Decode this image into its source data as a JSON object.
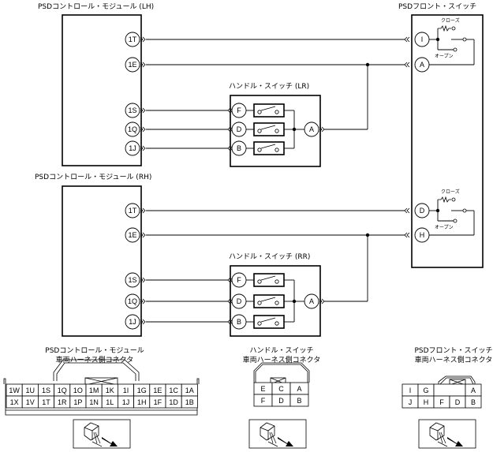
{
  "diagram": {
    "modules": {
      "control_lh": {
        "title": "PSDコントロール・モジュール (LH)",
        "pins": [
          "1T",
          "1E",
          "1S",
          "1Q",
          "1J"
        ]
      },
      "control_rh": {
        "title": "PSDコントロール・モジュール (RH)",
        "pins": [
          "1T",
          "1E",
          "1S",
          "1Q",
          "1J"
        ]
      },
      "handle_lr": {
        "title": "ハンドル・スイッチ (LR)",
        "inputs": [
          "F",
          "D",
          "B"
        ],
        "output": "A"
      },
      "handle_rr": {
        "title": "ハンドル・スイッチ (RR)",
        "inputs": [
          "F",
          "D",
          "B"
        ],
        "output": "A"
      },
      "front_switch": {
        "title": "PSDフロント・スイッチ",
        "upper": {
          "pins": [
            "I",
            "A"
          ],
          "close_label": "クローズ",
          "open_label": "オープン"
        },
        "lower": {
          "pins": [
            "D",
            "H"
          ],
          "close_label": "クローズ",
          "open_label": "オープン"
        }
      }
    },
    "connectors": {
      "control": {
        "title_line1": "PSDコントロール・モジュール",
        "title_line2": "車両ハーネス側コネクタ",
        "row1": [
          "1W",
          "1U",
          "1S",
          "1Q",
          "1O",
          "1M",
          "1K",
          "1I",
          "1G",
          "1E",
          "1C",
          "1A"
        ],
        "row2": [
          "1X",
          "1V",
          "1T",
          "1R",
          "1P",
          "1N",
          "1L",
          "1J",
          "1H",
          "1F",
          "1D",
          "1B"
        ]
      },
      "handle": {
        "title_line1": "ハンドル・スイッチ",
        "title_line2": "車両ハーネス側コネクタ",
        "row1": [
          "E",
          "C",
          "A"
        ],
        "row2": [
          "F",
          "D",
          "B"
        ]
      },
      "front": {
        "title_line1": "PSDフロント・スイッチ",
        "title_line2": "車両ハーネス側コネクタ",
        "row1": [
          "I",
          "G",
          "",
          "",
          "A"
        ],
        "row2": [
          "J",
          "H",
          "F",
          "D",
          "B"
        ]
      }
    },
    "icons": [
      "connector-view-icon",
      "connector-view-icon",
      "connector-view-icon"
    ]
  }
}
